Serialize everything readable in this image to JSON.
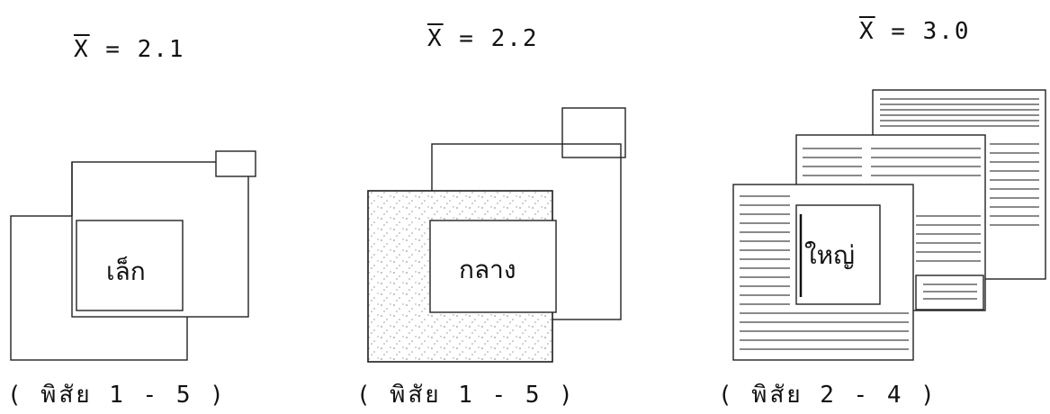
{
  "panels": [
    {
      "mean_symbol": "X",
      "mean_value": " = 2.1",
      "center_label": "เล็ก",
      "range_label": "( พิสัย 1 - 5 )"
    },
    {
      "mean_symbol": "X",
      "mean_value": " = 2.2",
      "center_label": "กลาง",
      "range_label": "( พิสัย 1 - 5 )"
    },
    {
      "mean_symbol": "X",
      "mean_value": " = 3.0",
      "center_label": "ใหญ่",
      "range_label": "( พิสัย 2 - 4 )"
    }
  ]
}
